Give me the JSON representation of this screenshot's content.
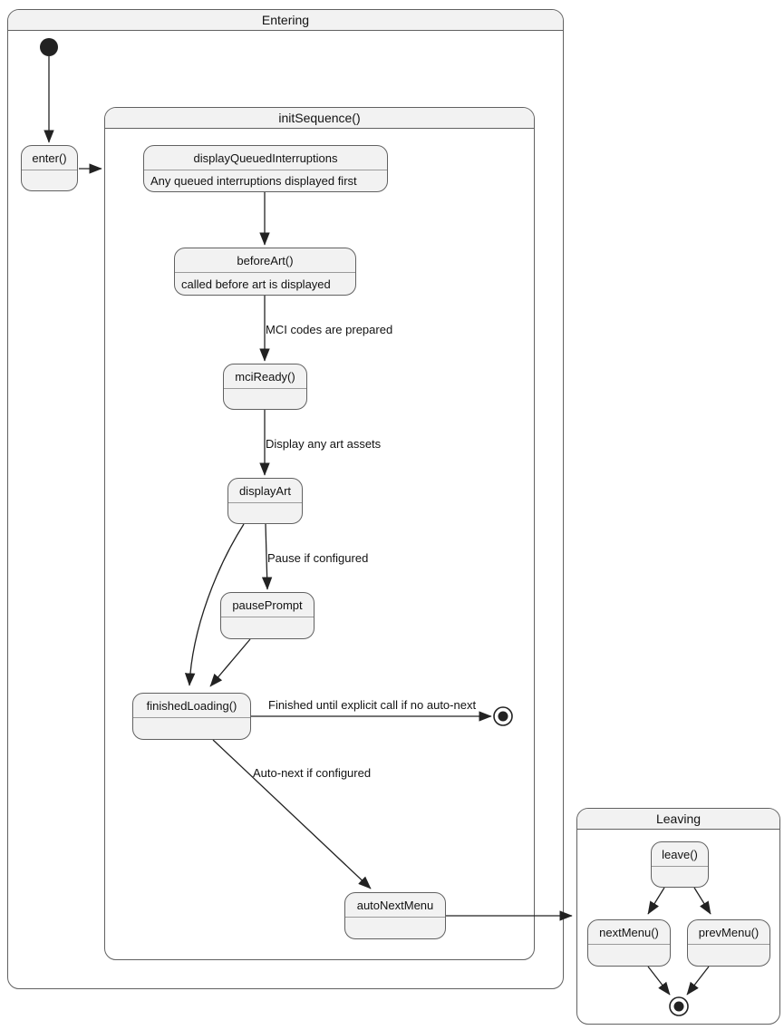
{
  "colors": {
    "node_fill": "#f2f2f2",
    "border": "#616161",
    "divider": "#9a9a9a",
    "arrow": "#222222",
    "text": "#121212",
    "bg": "#ffffff"
  },
  "containers": {
    "entering": {
      "title": "Entering"
    },
    "init_sequence": {
      "title": "initSequence()"
    },
    "leaving": {
      "title": "Leaving"
    }
  },
  "states": {
    "enter": {
      "name": "enter()",
      "description": ""
    },
    "display_queued_interruptions": {
      "name": "displayQueuedInterruptions",
      "description": "Any queued interruptions displayed first"
    },
    "before_art": {
      "name": "beforeArt()",
      "description": "called before art is displayed"
    },
    "mci_ready": {
      "name": "mciReady()",
      "description": ""
    },
    "display_art": {
      "name": "displayArt",
      "description": ""
    },
    "pause_prompt": {
      "name": "pausePrompt",
      "description": ""
    },
    "finished_loading": {
      "name": "finishedLoading()",
      "description": ""
    },
    "auto_next_menu": {
      "name": "autoNextMenu",
      "description": ""
    },
    "leave": {
      "name": "leave()",
      "description": ""
    },
    "next_menu": {
      "name": "nextMenu()",
      "description": ""
    },
    "prev_menu": {
      "name": "prevMenu()",
      "description": ""
    }
  },
  "edge_labels": {
    "mci_codes": "MCI codes are prepared",
    "display_art_assets": "Display any art assets",
    "pause_if_configured": "Pause if configured",
    "finished_until": "Finished until explicit call if no auto-next",
    "auto_next": "Auto-next if configured"
  }
}
